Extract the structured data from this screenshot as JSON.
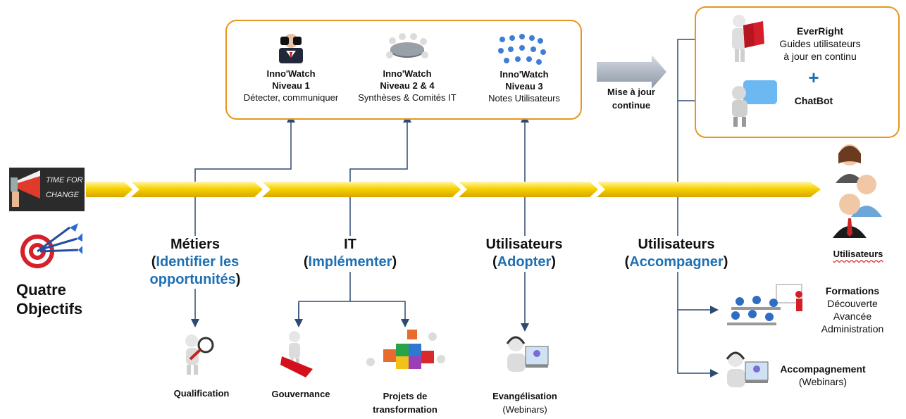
{
  "banner": {
    "line1": "TIME FOR",
    "line2": "CHANGE"
  },
  "objectives": {
    "line1": "Quatre",
    "line2": "Objectifs"
  },
  "innowatch": [
    {
      "title": "Inno'Watch",
      "level": "Niveau 1",
      "desc": "Détecter, communiquer"
    },
    {
      "title": "Inno'Watch",
      "level": "Niveau 2 & 4",
      "desc": "Synthèses & Comités IT"
    },
    {
      "title": "Inno'Watch",
      "level": "Niveau 3",
      "desc": "Notes Utilisateurs"
    }
  ],
  "update_arrow": {
    "line1": "Mise à jour",
    "line2": "continue"
  },
  "everright": {
    "title": "EverRight",
    "line1": "Guides utilisateurs",
    "line2": "à jour en continu",
    "plus": "+",
    "chatbot": "ChatBot"
  },
  "users_label": "Utilisateurs",
  "objectives_list": [
    {
      "title": "Métiers",
      "open": "(",
      "action": "Identifier les",
      "action2": "opportunités",
      "close": ")"
    },
    {
      "title": "IT",
      "open": "(",
      "action": "Implémenter",
      "close": ")"
    },
    {
      "title": "Utilisateurs",
      "open": "(",
      "action": "Adopter",
      "close": ")"
    },
    {
      "title": "Utilisateurs",
      "open": "(",
      "action": "Accompagner",
      "close": ")"
    }
  ],
  "outcomes": {
    "qualification": "Qualification",
    "gouvernance": "Gouvernance",
    "projets_1": "Projets de",
    "projets_2": "transformation",
    "evangelisation": "Evangélisation",
    "evangelisation_sub": "(Webinars)",
    "formations": "Formations",
    "formations_1": "Découverte",
    "formations_2": "Avancée",
    "formations_3": "Administration",
    "accompagnement": "Accompagnement",
    "accompagnement_sub": "(Webinars)"
  },
  "colors": {
    "orange": "#e8961e",
    "blue": "#1f6fb4",
    "navy": "#2e4a72",
    "yellow": "#f5c400"
  }
}
